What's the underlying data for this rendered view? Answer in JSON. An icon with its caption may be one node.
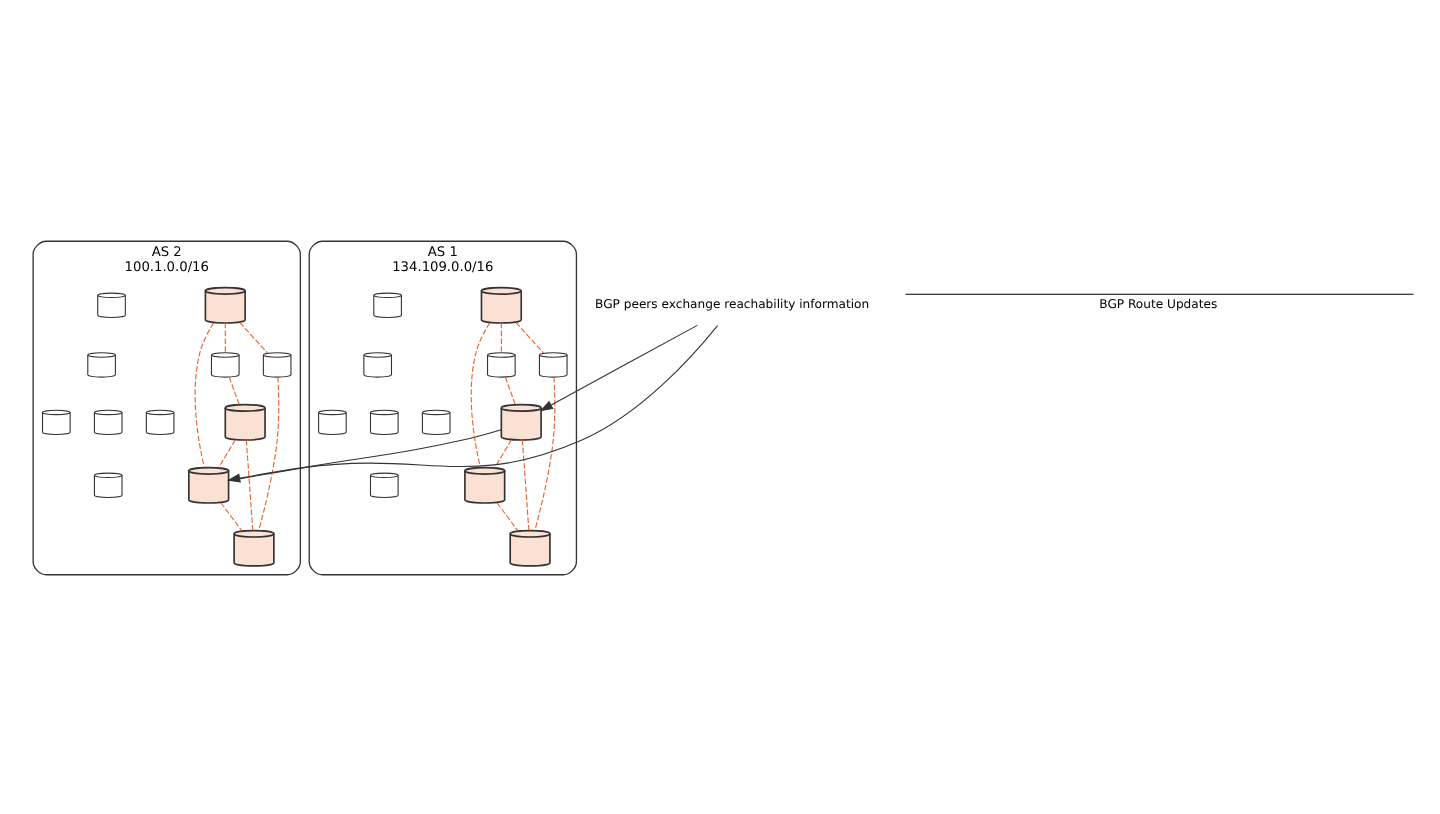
{
  "diagram": {
    "nodes": [
      {
        "text": [
          "AS 2",
          "100.1.0.0/16"
        ]
      },
      {
        "text": [],
        "shape": "picture",
        "in": 0
      },
      {
        "text": [],
        "shape": "cylinder",
        "in": 0
      },
      {
        "text": [],
        "shape": "cylinder",
        "in": 0
      },
      {
        "text": [],
        "shape": "cylinder",
        "in": 0
      },
      {
        "text": [],
        "shape": "cylinder",
        "in": 0
      },
      {
        "text": [],
        "shape": "picture",
        "in": 0
      },
      {
        "text": [],
        "shape": "cylinder",
        "in": 0
      },
      {
        "text": [],
        "shape": "picture",
        "in": 0
      },
      {
        "text": [],
        "shape": "cylinder",
        "in": 0
      },
      {
        "text": [],
        "shape": "cylinder",
        "in": 0
      },
      {
        "text": [],
        "shape": "cylinder",
        "in": 0
      },
      {
        "text": [],
        "shape": "picture",
        "in": 0
      },
      {
        "text": [
          "AS 1",
          "134.109.0.0/16"
        ]
      },
      {
        "text": [],
        "shape": "picture",
        "in": 13
      },
      {
        "text": [],
        "shape": "cylinder",
        "in": 13
      },
      {
        "text": [],
        "shape": "cylinder",
        "in": 13
      },
      {
        "text": [],
        "shape": "cylinder",
        "in": 13
      },
      {
        "text": [],
        "shape": "cylinder",
        "in": 13
      },
      {
        "text": [],
        "shape": "picture",
        "in": 13
      },
      {
        "text": [],
        "shape": "cylinder",
        "in": 13
      },
      {
        "text": [],
        "shape": "picture",
        "in": 13
      },
      {
        "text": [],
        "shape": "cylinder",
        "in": 13
      },
      {
        "text": [],
        "shape": "cylinder",
        "in": 13
      },
      {
        "text": [],
        "shape": "cylinder",
        "in": 13
      },
      {
        "text": [],
        "shape": "picture",
        "in": 13
      },
      {
        "text": [
          "BGP peers exchange reachability information"
        ]
      }
    ],
    "edges": [
      {
        "from": 1,
        "to": 4,
        "arrow": "none",
        "style": "dashed"
      },
      {
        "from": 4,
        "to": 6,
        "arrow": "none",
        "style": "dashed"
      },
      {
        "from": 1,
        "to": 8,
        "arrow": "none",
        "style": "dashed"
      },
      {
        "from": 1,
        "to": 9,
        "arrow": "none",
        "style": "dashed"
      },
      {
        "from": 9,
        "to": 12,
        "arrow": "none",
        "style": "dashed"
      },
      {
        "from": 6,
        "to": 8,
        "arrow": "none",
        "style": "dashed"
      },
      {
        "from": 6,
        "to": 12,
        "arrow": "none",
        "style": "dashed"
      },
      {
        "from": 8,
        "to": 12,
        "arrow": "none",
        "style": "dashed"
      },
      {
        "from": 14,
        "to": 17,
        "arrow": "none",
        "style": "dashed"
      },
      {
        "from": 17,
        "to": 19,
        "arrow": "none",
        "style": "dashed"
      },
      {
        "from": 14,
        "to": 21,
        "arrow": "none",
        "style": "dashed"
      },
      {
        "from": 14,
        "to": 22,
        "arrow": "none",
        "style": "dashed"
      },
      {
        "from": 22,
        "to": 25,
        "arrow": "none",
        "style": "dashed"
      },
      {
        "from": 19,
        "to": 21,
        "arrow": "none",
        "style": "dashed"
      },
      {
        "from": 19,
        "to": 25,
        "arrow": "none",
        "style": "dashed"
      },
      {
        "from": 21,
        "to": 25,
        "arrow": "none",
        "style": "dashed"
      },
      {
        "from": 8,
        "to": 19,
        "arrow": "none",
        "color": "#333333"
      },
      {
        "from": 26,
        "to": 8,
        "arrow": "to",
        "color": "#333333"
      },
      {
        "from": 26,
        "to": 19,
        "arrow": "to",
        "color": "#333333"
      }
    ],
    "labels": [
      "BGP Route Updates"
    ]
  }
}
